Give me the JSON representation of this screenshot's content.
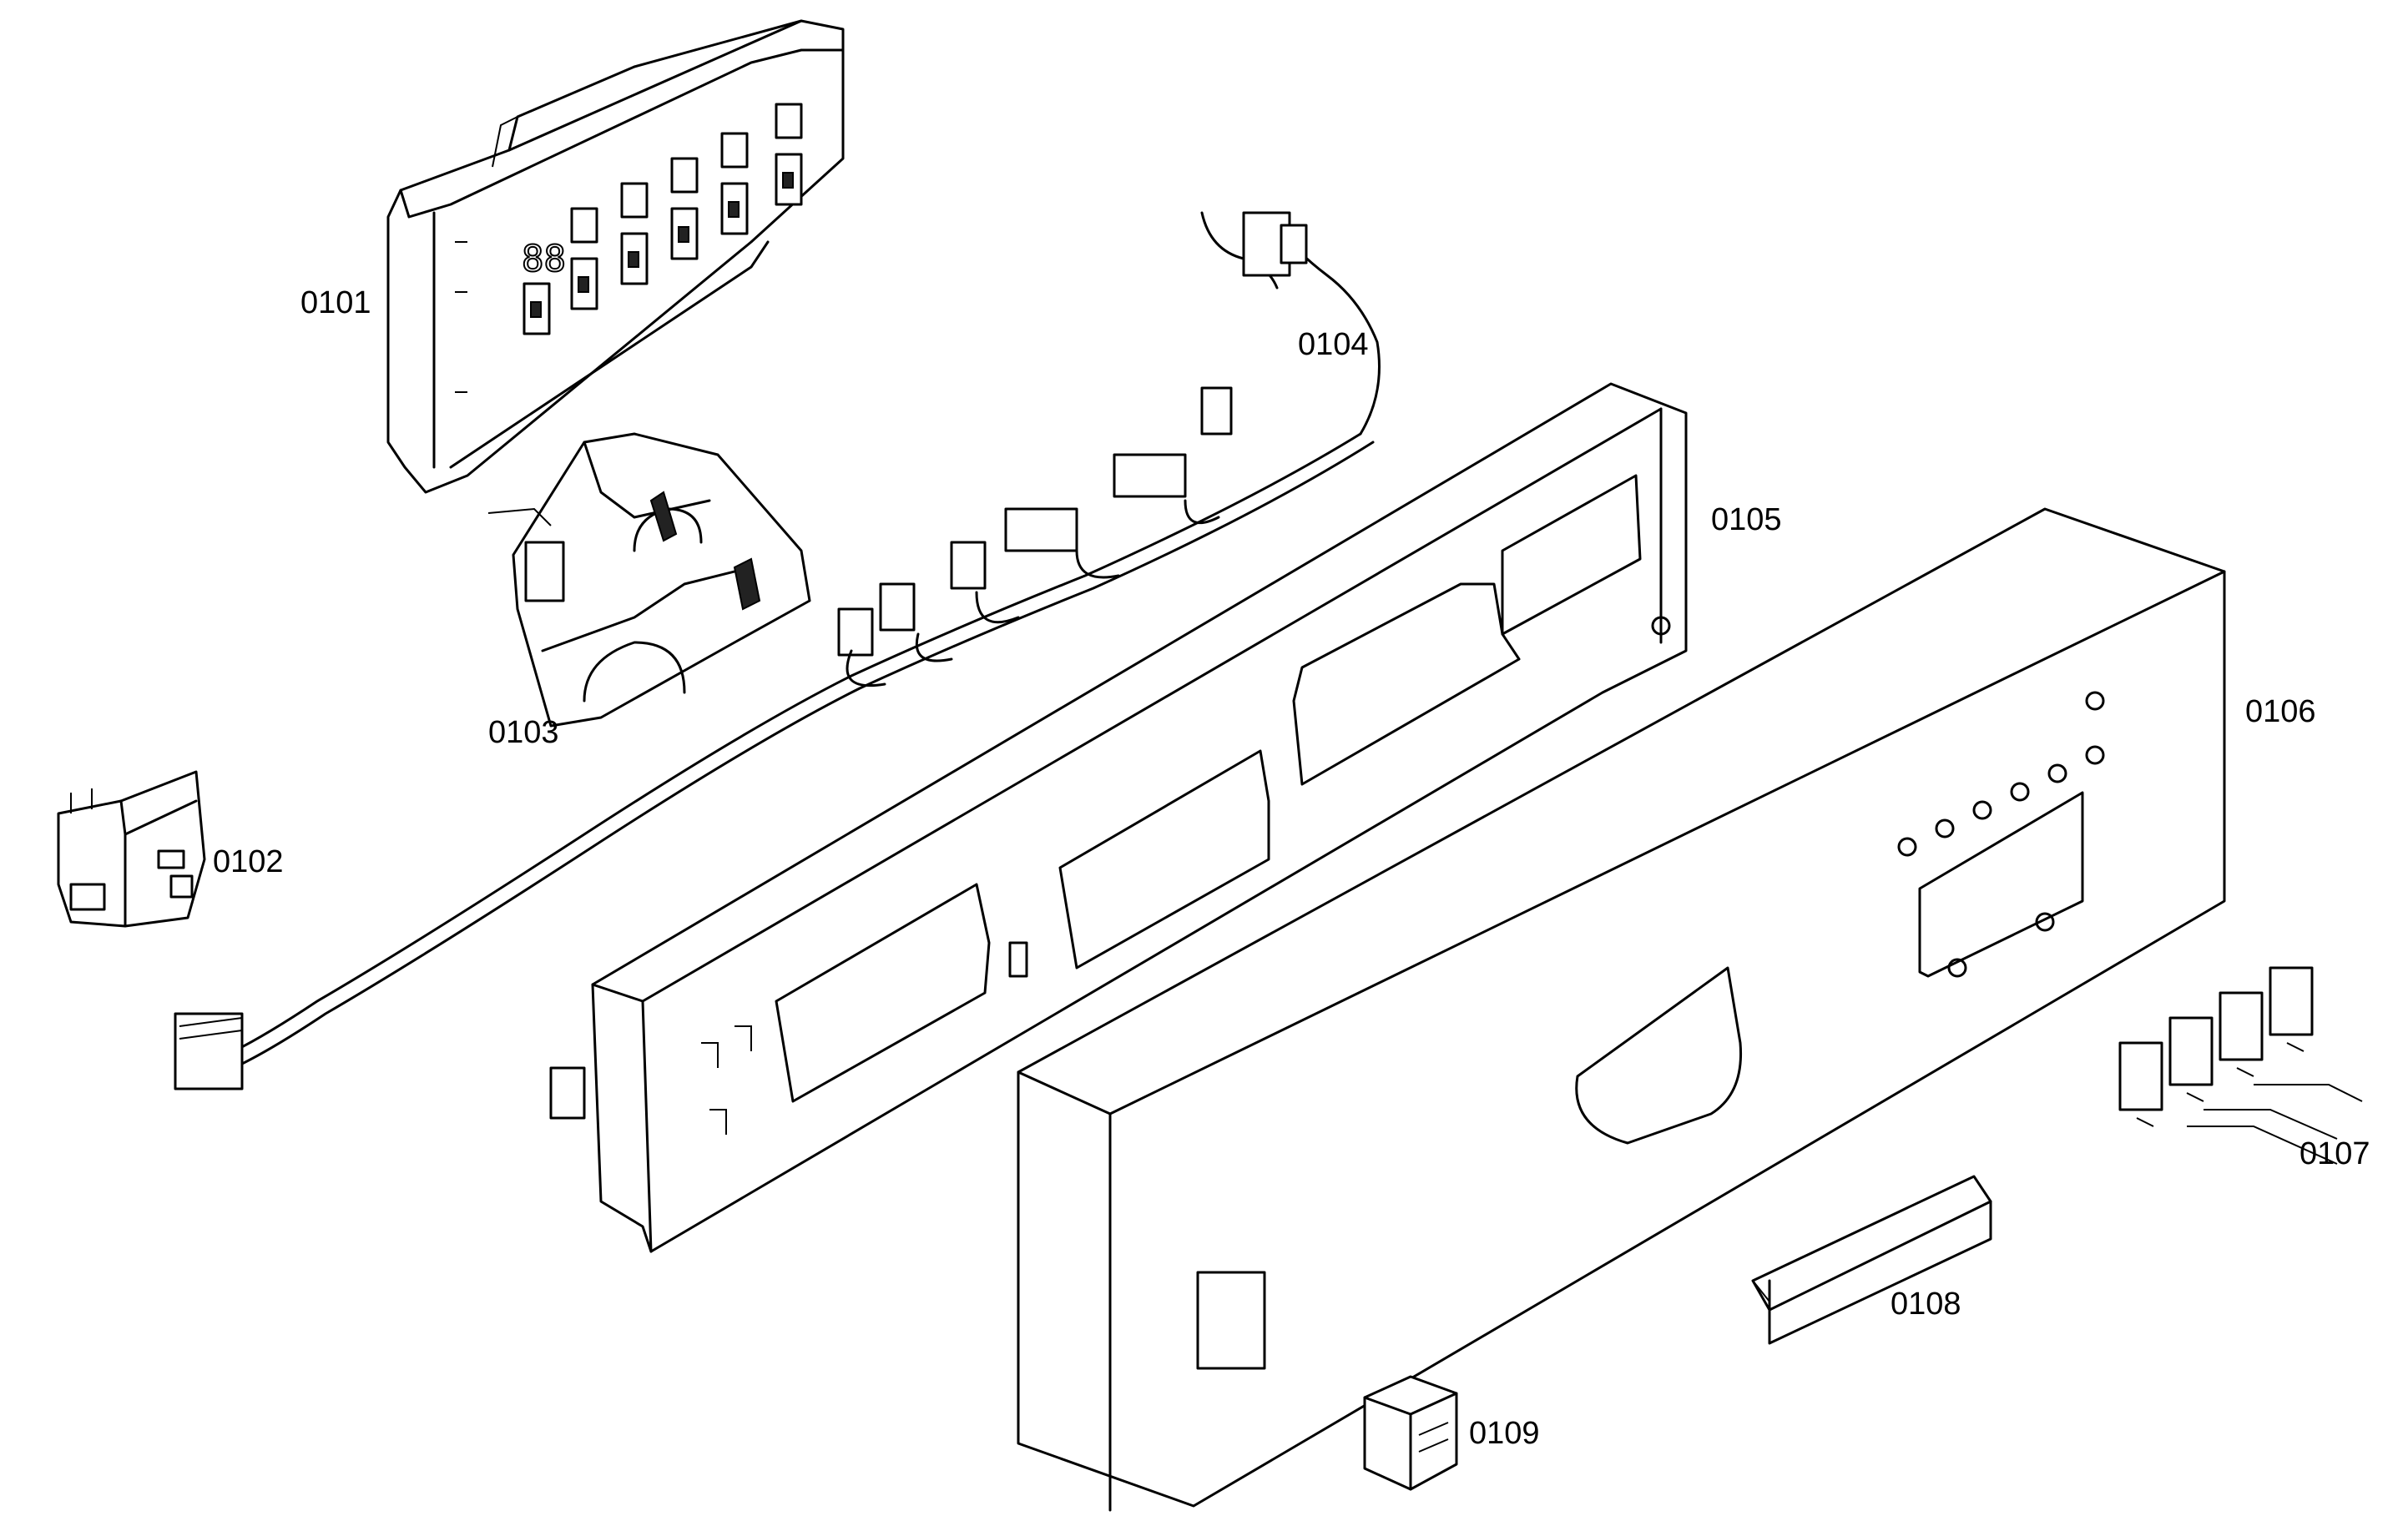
{
  "labels": {
    "p0101": "0101",
    "p0102": "0102",
    "p0103": "0103",
    "p0104": "0104",
    "p0105": "0105",
    "p0106": "0106",
    "p0107": "0107",
    "p0108": "0108",
    "p0109": "0109"
  },
  "display_digits": "88"
}
